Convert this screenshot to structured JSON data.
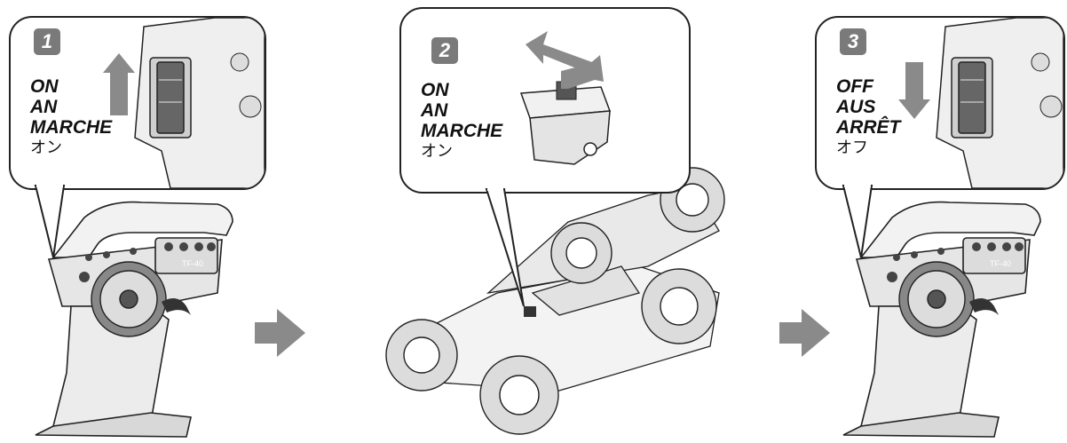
{
  "steps": [
    {
      "number": "1",
      "lines": [
        "ON",
        "AN",
        "MARCHE"
      ],
      "jp": "オン"
    },
    {
      "number": "2",
      "lines": [
        "ON",
        "AN",
        "MARCHE"
      ],
      "jp": "オン"
    },
    {
      "number": "3",
      "lines": [
        "OFF",
        "AUS",
        "ARRÊT"
      ],
      "jp": "オフ"
    }
  ],
  "transmitter_label": "TF-40",
  "colors": {
    "outline": "#222222",
    "badge": "#7a7a7a",
    "arrow": "#8a8a8a",
    "switch": "#555555"
  }
}
